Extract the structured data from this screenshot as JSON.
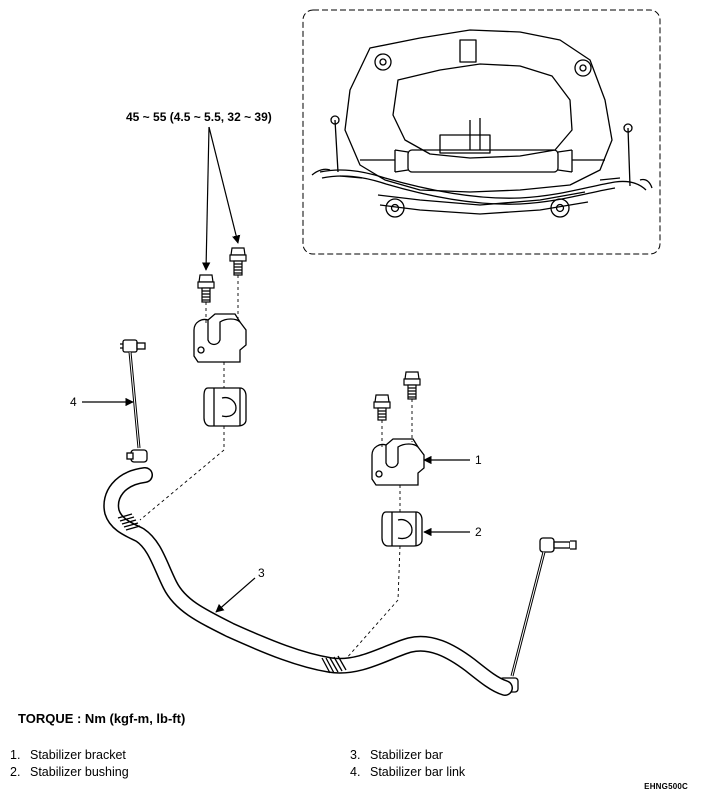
{
  "torque_spec": "45 ~ 55 (4.5 ~ 5.5, 32 ~ 39)",
  "callouts": [
    "1",
    "2",
    "3",
    "4"
  ],
  "torque_title": "TORQUE : Nm (kgf-m, lb-ft)",
  "legend": [
    {
      "num": "1.",
      "text": "Stabilizer bracket"
    },
    {
      "num": "2.",
      "text": "Stabilizer bushing"
    },
    {
      "num": "3.",
      "text": "Stabilizer bar"
    },
    {
      "num": "4.",
      "text": "Stabilizer bar link"
    }
  ],
  "figure_code": "EHNG500C"
}
